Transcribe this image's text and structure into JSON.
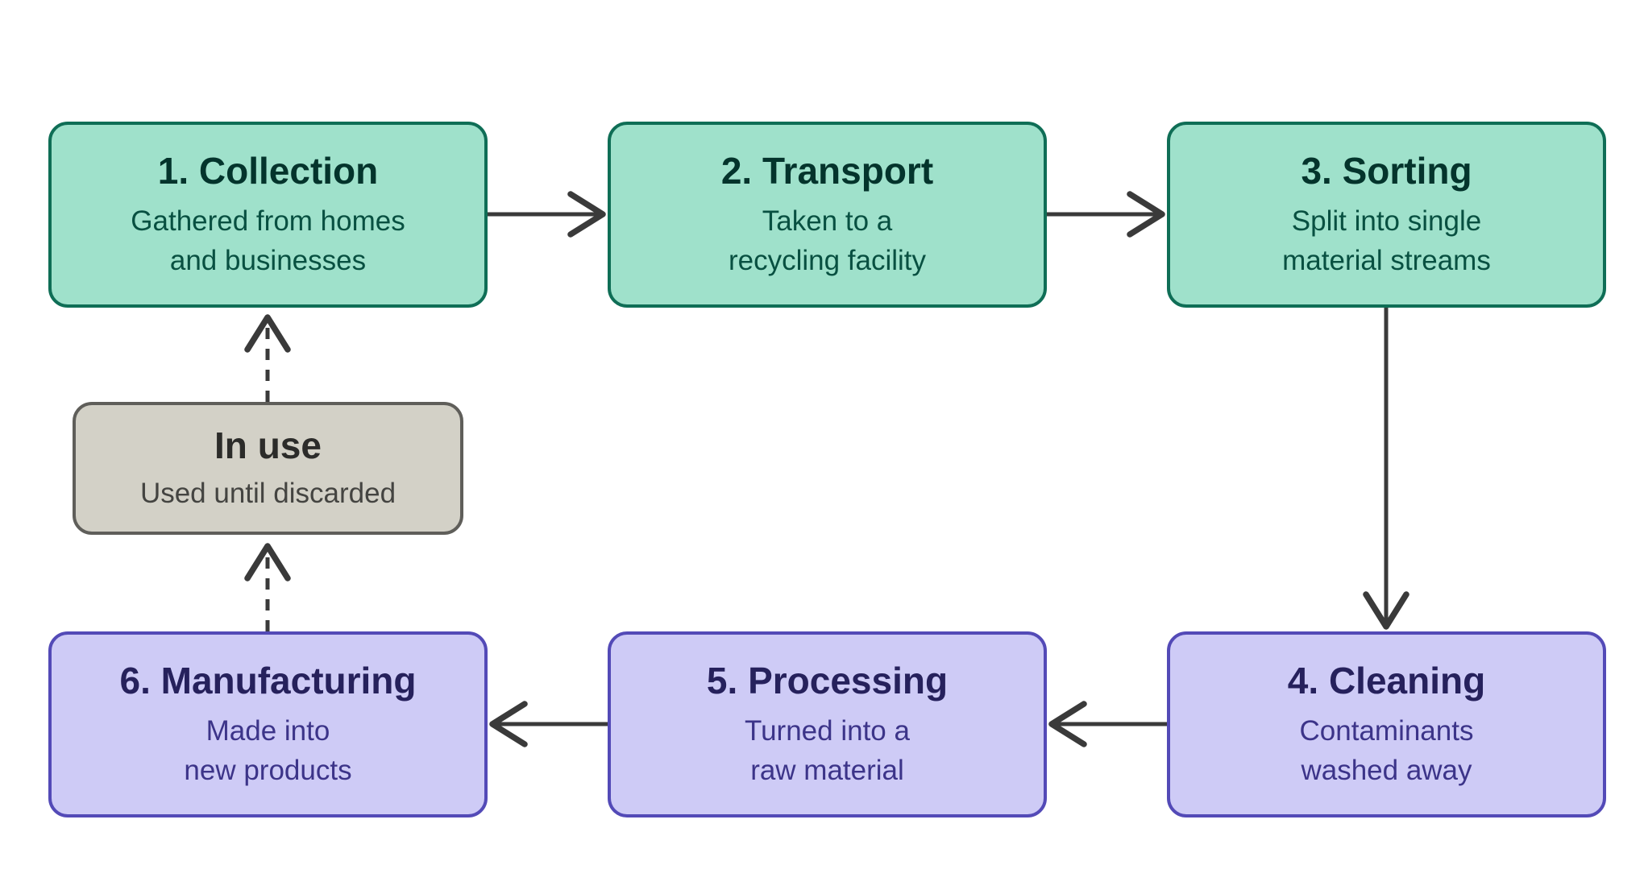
{
  "diagram": {
    "nodes": {
      "collection": {
        "title": "1. Collection",
        "desc": [
          "Gathered from homes",
          "and businesses"
        ]
      },
      "transport": {
        "title": "2. Transport",
        "desc": [
          "Taken to a",
          "recycling facility"
        ]
      },
      "sorting": {
        "title": "3. Sorting",
        "desc": [
          "Split into single",
          "material streams"
        ]
      },
      "cleaning": {
        "title": "4. Cleaning",
        "desc": [
          "Contaminants",
          "washed away"
        ]
      },
      "processing": {
        "title": "5. Processing",
        "desc": [
          "Turned into a",
          "raw material"
        ]
      },
      "manufacturing": {
        "title": "6. Manufacturing",
        "desc": [
          "Made into",
          "new products"
        ]
      },
      "in_use": {
        "title": "In use",
        "desc": [
          "Used until discarded"
        ]
      }
    },
    "edges": [
      {
        "from": "collection",
        "to": "transport",
        "style": "solid"
      },
      {
        "from": "transport",
        "to": "sorting",
        "style": "solid"
      },
      {
        "from": "sorting",
        "to": "cleaning",
        "style": "solid"
      },
      {
        "from": "cleaning",
        "to": "processing",
        "style": "solid"
      },
      {
        "from": "processing",
        "to": "manufacturing",
        "style": "solid"
      },
      {
        "from": "manufacturing",
        "to": "in_use",
        "style": "dashed"
      },
      {
        "from": "in_use",
        "to": "collection",
        "style": "dashed"
      }
    ],
    "colors": {
      "stage_fill_green": "#9fe1cb",
      "stage_border_green": "#0f6e56",
      "stage_fill_purple": "#cecbf6",
      "stage_border_purple": "#534ab7",
      "in_use_fill": "#d3d1c7",
      "in_use_border": "#5f5e5a",
      "arrow": "#3a3a3a"
    }
  }
}
